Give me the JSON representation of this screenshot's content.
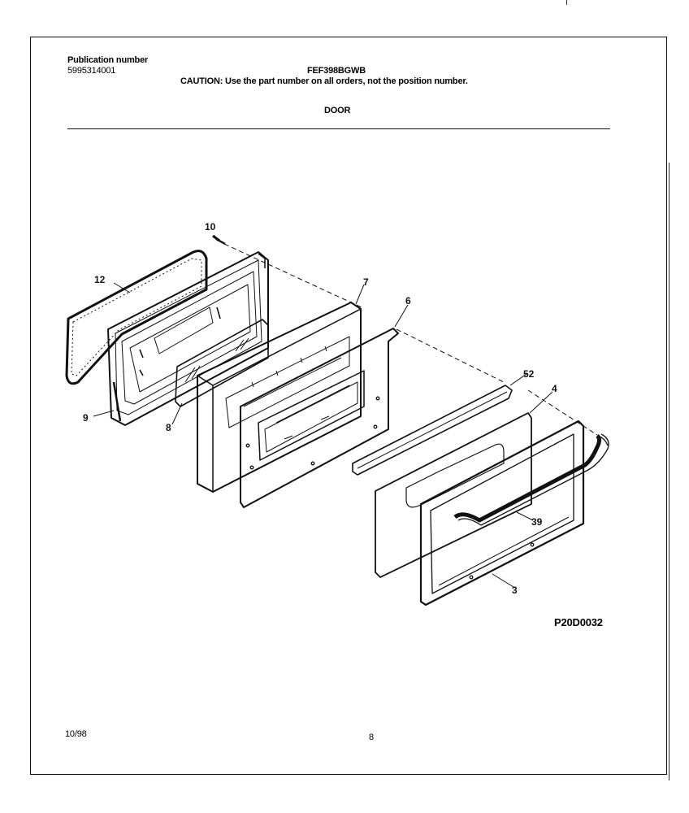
{
  "header": {
    "publication_label": "Publication number",
    "publication_number": "5995314001",
    "model": "FEF398BGWB",
    "caution": "CAUTION:  Use the part number on all orders, not the position number.",
    "section_title": "DOOR"
  },
  "diagram": {
    "callouts": {
      "c10": "10",
      "c12": "12",
      "c7": "7",
      "c6": "6",
      "c52": "52",
      "c4": "4",
      "c9": "9",
      "c8": "8",
      "c39": "39",
      "c3": "3"
    },
    "reference_code": "P20D0032"
  },
  "footer": {
    "date": "10/98",
    "page": "8"
  },
  "colors": {
    "ink": "#111111",
    "paper": "#ffffff"
  }
}
